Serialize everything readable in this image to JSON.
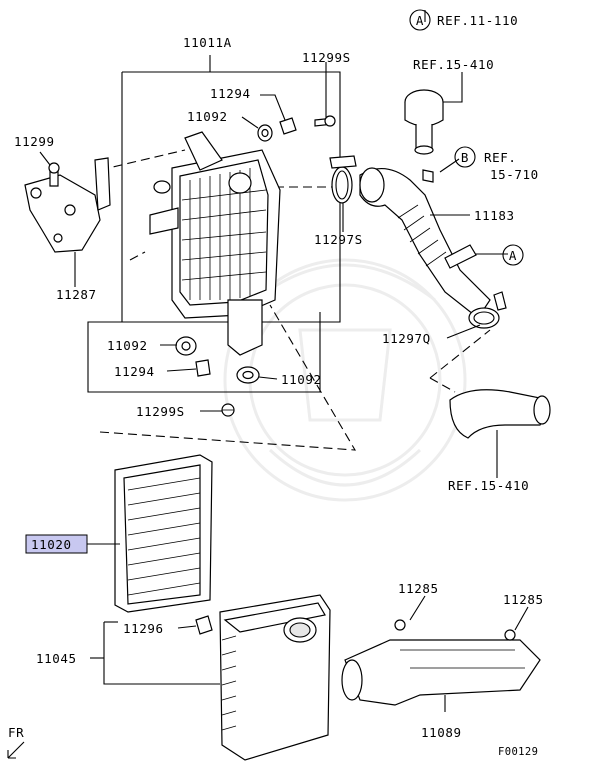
{
  "labels": {
    "ref_11_110": "REF.11-110",
    "ref_11_110_marker": "A",
    "part_11011a": "11011A",
    "part_11299s_top": "11299S",
    "ref_15_410_top": "REF.15-410",
    "part_11294_top": "11294",
    "part_11092_top": "11092",
    "part_11299": "11299",
    "ref_15_710_marker": "B",
    "ref_15_710_line1": "REF.",
    "ref_15_710_line2": "15-710",
    "part_11183": "11183",
    "part_11297s": "11297S",
    "marker_a_hose": "A",
    "part_11287": "11287",
    "part_11297q": "11297Q",
    "part_11092_mid": "11092",
    "part_11294_bottom": "11294",
    "part_11092_bottom": "11092",
    "part_11299s_bottom": "11299S",
    "ref_15_410_bottom": "REF.15-410",
    "part_11020": "11020",
    "part_11285_left": "11285",
    "part_11285_right": "11285",
    "part_11296": "11296",
    "part_11045": "11045",
    "part_11089": "11089",
    "fr_label": "FR",
    "figure_code": "F00129"
  },
  "highlight_color": "#c8c8f0",
  "icons": [
    "fr-arrow-icon"
  ]
}
